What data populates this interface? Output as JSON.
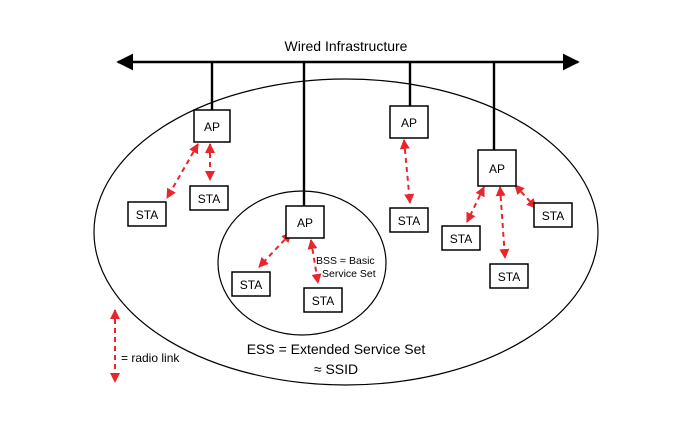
{
  "title": "Wired Infrastructure",
  "nodes": {
    "ap1": "AP",
    "ap2": "AP",
    "ap3": "AP",
    "ap4": "AP",
    "sta1": "STA",
    "sta2": "STA",
    "sta3": "STA",
    "sta4": "STA",
    "sta5": "STA",
    "sta6": "STA",
    "sta7": "STA",
    "sta8": "STA"
  },
  "bss_label": [
    "BSS = Basic",
    "Service Set"
  ],
  "ess_label": [
    "ESS = Extended Service Set",
    "≈ SSID"
  ],
  "legend_label": "= radio link",
  "colors": {
    "radio_link": "#e8262b",
    "lines": "#000000"
  }
}
